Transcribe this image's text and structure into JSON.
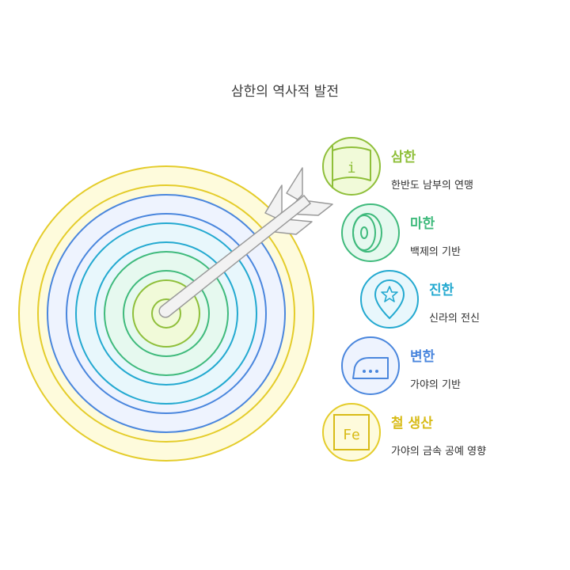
{
  "title": "삼한의 역사적 발전",
  "colors": {
    "yellow": "#e2c824",
    "lime": "#8fbf3a",
    "green": "#3fba7c",
    "cyan": "#23a9d0",
    "blue": "#4a86dd"
  },
  "items": [
    {
      "title": "삼한",
      "description": "한반도 남부의 연맹",
      "icon": "flag-info-icon",
      "color": "#8fbf3a"
    },
    {
      "title": "마한",
      "description": "백제의 기반",
      "icon": "shield-icon",
      "color": "#3fba7c"
    },
    {
      "title": "진한",
      "description": "신라의 전신",
      "icon": "location-star-icon",
      "color": "#23a9d0"
    },
    {
      "title": "변한",
      "description": "가야의 기반",
      "icon": "clothes-iron-icon",
      "color": "#4a86dd"
    },
    {
      "title": "철 생산",
      "description": "가야의 금속 공예 영향",
      "icon": "iron-element-icon",
      "icon_text": "Fe",
      "color": "#d8bb17"
    }
  ]
}
